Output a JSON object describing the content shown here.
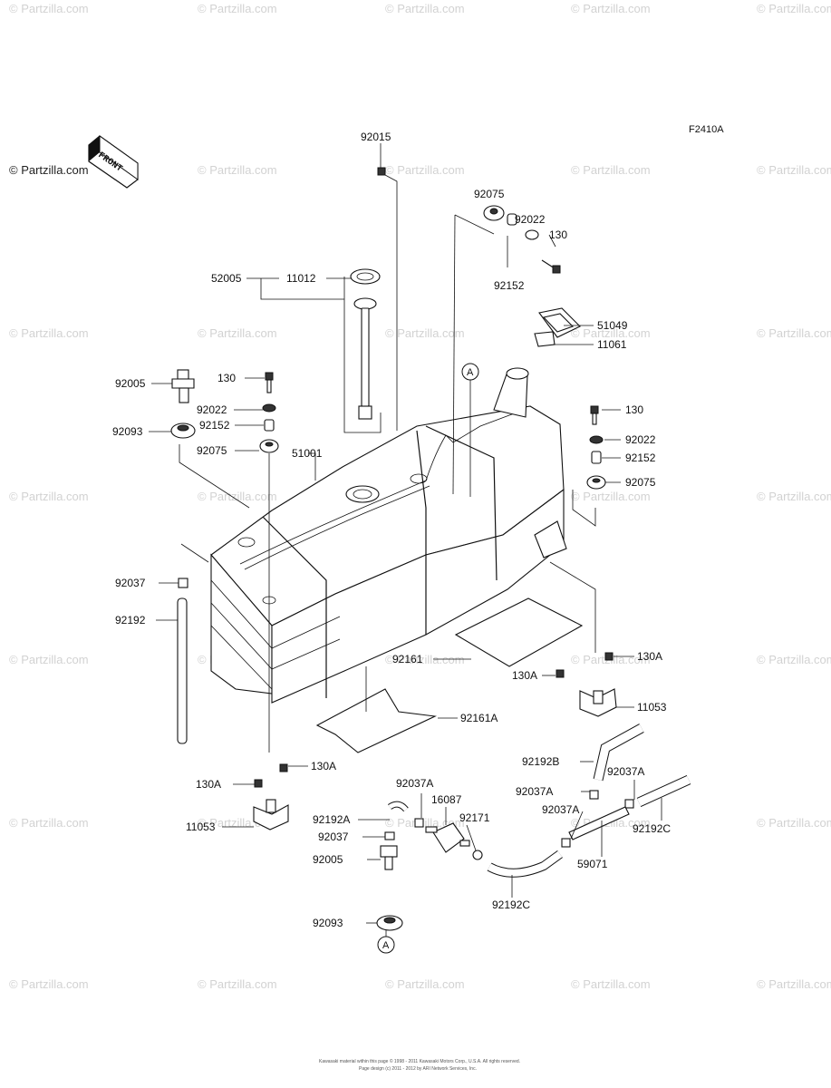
{
  "figure_code": "F2410A",
  "front_label": "FRONT",
  "watermark": "© Partzilla.com",
  "circle_marker": "A",
  "copyright_lines": [
    "Kawasaki material within this page © 1998 - 2011 Kawasaki Motors Corp., U.S.A. All rights reserved.",
    "Page design (c) 2011 - 2012 by ARI Network Services, Inc."
  ],
  "part_labels": [
    {
      "id": "p92015",
      "text": "92015"
    },
    {
      "id": "p92075a",
      "text": "92075"
    },
    {
      "id": "p92022a",
      "text": "92022"
    },
    {
      "id": "p130a",
      "text": "130"
    },
    {
      "id": "p92152a",
      "text": "92152"
    },
    {
      "id": "p52005",
      "text": "52005"
    },
    {
      "id": "p11012",
      "text": "11012"
    },
    {
      "id": "p51049",
      "text": "51049"
    },
    {
      "id": "p11061",
      "text": "11061"
    },
    {
      "id": "p92005a",
      "text": "92005"
    },
    {
      "id": "p130b",
      "text": "130"
    },
    {
      "id": "p92022b",
      "text": "92022"
    },
    {
      "id": "p92093a",
      "text": "92093"
    },
    {
      "id": "p92152b",
      "text": "92152"
    },
    {
      "id": "p92075b",
      "text": "92075"
    },
    {
      "id": "p51001",
      "text": "51001"
    },
    {
      "id": "p130c",
      "text": "130"
    },
    {
      "id": "p92022c",
      "text": "92022"
    },
    {
      "id": "p92152c",
      "text": "92152"
    },
    {
      "id": "p92075c",
      "text": "92075"
    },
    {
      "id": "p92037a",
      "text": "92037"
    },
    {
      "id": "p92192a",
      "text": "92192"
    },
    {
      "id": "p92161",
      "text": "92161"
    },
    {
      "id": "p130Aa",
      "text": "130A"
    },
    {
      "id": "p130Ab",
      "text": "130A"
    },
    {
      "id": "p11053a",
      "text": "11053"
    },
    {
      "id": "p92161A",
      "text": "92161A"
    },
    {
      "id": "p130Ac",
      "text": "130A"
    },
    {
      "id": "p130Ad",
      "text": "130A"
    },
    {
      "id": "p11053b",
      "text": "11053"
    },
    {
      "id": "p92192B",
      "text": "92192B"
    },
    {
      "id": "p92037Aa",
      "text": "92037A"
    },
    {
      "id": "p16087",
      "text": "16087"
    },
    {
      "id": "p92037Ab",
      "text": "92037A"
    },
    {
      "id": "p92037Ac",
      "text": "92037A"
    },
    {
      "id": "p92192Aa",
      "text": "92192A"
    },
    {
      "id": "p92171",
      "text": "92171"
    },
    {
      "id": "p92037Ad",
      "text": "92037A"
    },
    {
      "id": "p92037b",
      "text": "92037"
    },
    {
      "id": "p92192Ca",
      "text": "92192C"
    },
    {
      "id": "p92005b",
      "text": "92005"
    },
    {
      "id": "p59071",
      "text": "59071"
    },
    {
      "id": "p92093b",
      "text": "92093"
    },
    {
      "id": "p92192Cb",
      "text": "92192C"
    }
  ]
}
